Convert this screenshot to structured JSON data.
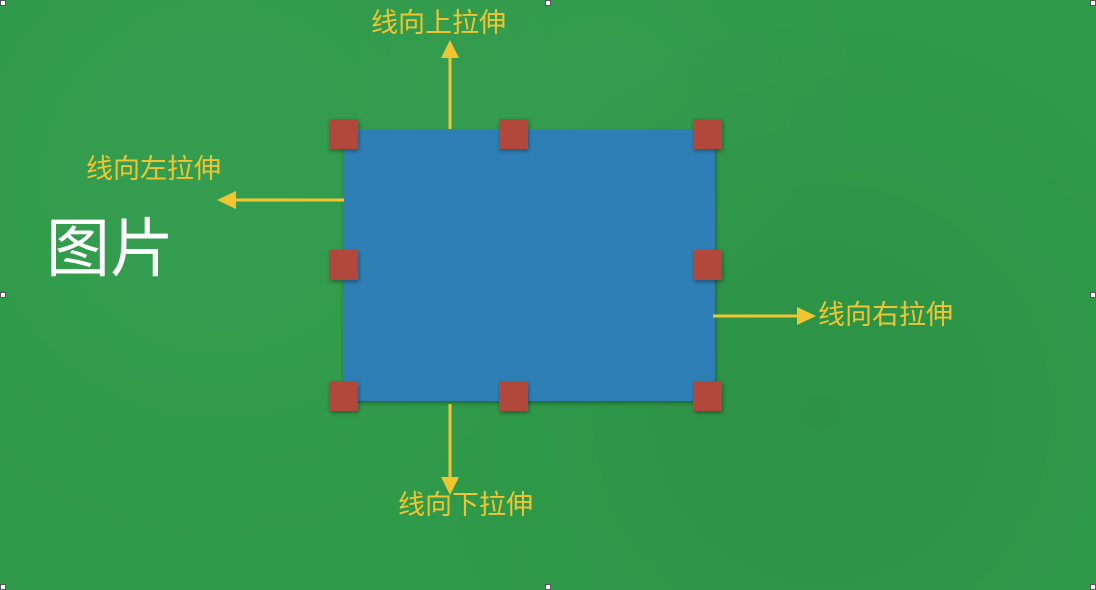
{
  "labels": {
    "image": "图片",
    "stretch_up": "线向上拉伸",
    "stretch_left": "线向左拉伸",
    "stretch_right": "线向右拉伸",
    "stretch_down": "线向下拉伸"
  },
  "colors": {
    "background": "#2f9a4a",
    "rectangle": "#2f7fb5",
    "handle": "#b2473a",
    "arrow": "#f0c531",
    "image_label": "#ffffff"
  }
}
